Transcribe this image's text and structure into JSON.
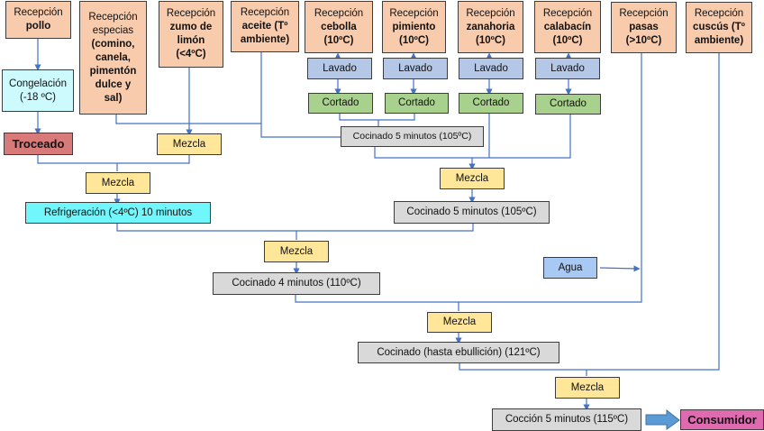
{
  "diagram": {
    "type": "process-flowchart",
    "receptions": [
      {
        "id": "pollo",
        "lines": [
          "Recepción",
          "pollo"
        ]
      },
      {
        "id": "especias",
        "lines": [
          "Recepción",
          "especias",
          "(comino,",
          "canela,",
          "pimentón",
          "dulce y",
          "sal)"
        ]
      },
      {
        "id": "limon",
        "lines": [
          "Recepción",
          "zumo de",
          "limón",
          "(<4ºC)"
        ]
      },
      {
        "id": "aceite",
        "lines": [
          "Recepción",
          "aceite (Tº",
          "ambiente)"
        ]
      },
      {
        "id": "cebolla",
        "lines": [
          "Recepción",
          "cebolla",
          "(10ºC)"
        ]
      },
      {
        "id": "pimiento",
        "lines": [
          "Recepción",
          "pimiento",
          "(10ºC)"
        ]
      },
      {
        "id": "zanahoria",
        "lines": [
          "Recepción",
          "zanahoria",
          "(10ºC)"
        ]
      },
      {
        "id": "calabacin",
        "lines": [
          "Recepción",
          "calabacín",
          "(10ºC)"
        ]
      },
      {
        "id": "pasas",
        "lines": [
          "Recepción",
          "pasas",
          "(>10ºC)"
        ]
      },
      {
        "id": "cuscus",
        "lines": [
          "Recepción",
          "cuscús (Tº",
          "ambiente)"
        ]
      }
    ],
    "steps": {
      "congelacion": [
        "Congelación",
        "(-18 ºC)"
      ],
      "troceado": "Troceado",
      "lavado": "Lavado",
      "cortado": "Cortado",
      "mezcla": "Mezcla",
      "cocinado_5_top": "Cocinado 5 minutos (105ºC)",
      "refrigeracion": "Refrigeración (<4ºC) 10 minutos",
      "cocinado_5_right": "Cocinado 5 minutos (105ºC)",
      "cocinado_4": "Cocinado 4 minutos (110ºC)",
      "agua": "Agua",
      "cocinado_ebullicion": "Cocinado (hasta ebullición) (121ºC)",
      "coccion_5": "Cocción 5 minutos (115ºC)",
      "consumidor": "Consumidor"
    },
    "colors": {
      "reception": "#f8cbad",
      "lavado": "#b4c7e7",
      "cortado": "#a9d18e",
      "mezcla": "#ffe699",
      "cocinado": "#d9d9d9",
      "refrigeracion": "#6ff7fc",
      "congelacion": "#ccfafd",
      "troceado": "#d87a7a",
      "agua": "#a9c9f5",
      "consumidor": "#e06ab0",
      "connector": "#4472c4"
    }
  }
}
